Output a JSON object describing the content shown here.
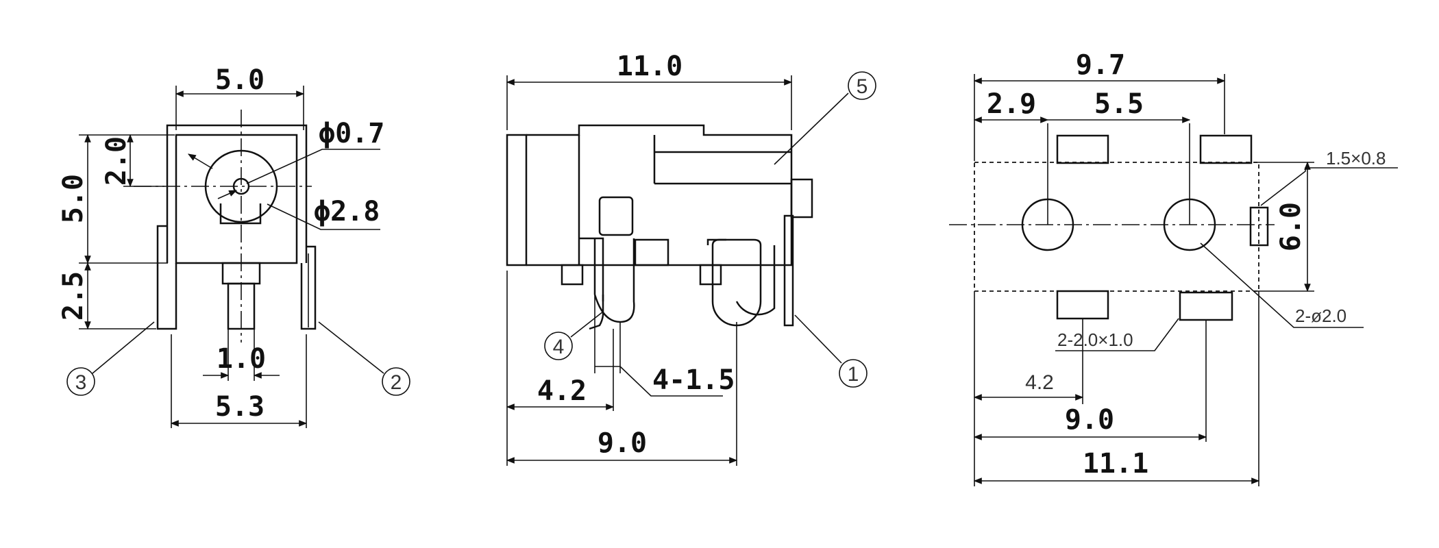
{
  "colors": {
    "line": "#111111",
    "background": "#ffffff"
  },
  "front_view": {
    "dim_width_top": "5.0",
    "dim_height": "5.0",
    "dim_offset": "2.0",
    "dim_pin_length": "2.5",
    "dim_pin_width": "1.0",
    "dim_width_bottom": "5.3",
    "dim_hole_small": "ϕ0.7",
    "dim_hole_large": "ϕ2.8",
    "callout_left": "3",
    "callout_right": "2"
  },
  "side_view": {
    "dim_length": "11.0",
    "dim_pin_offset": "4.2",
    "dim_pin_width": "4-1.5",
    "dim_total": "9.0",
    "callout_body": "5",
    "callout_left_pin": "4",
    "callout_right_pin": "1"
  },
  "footprint": {
    "dim_width_top": "9.7",
    "dim_hole_offset": "2.9",
    "dim_hole_spacing": "5.5",
    "dim_height": "6.0",
    "note_pad_small": "1.5×0.8",
    "note_pads": "2-2.0×1.0",
    "note_holes": "2-ø2.0",
    "dim_pad_offset": "4.2",
    "dim_pad_span": "9.0",
    "dim_total": "11.1"
  }
}
